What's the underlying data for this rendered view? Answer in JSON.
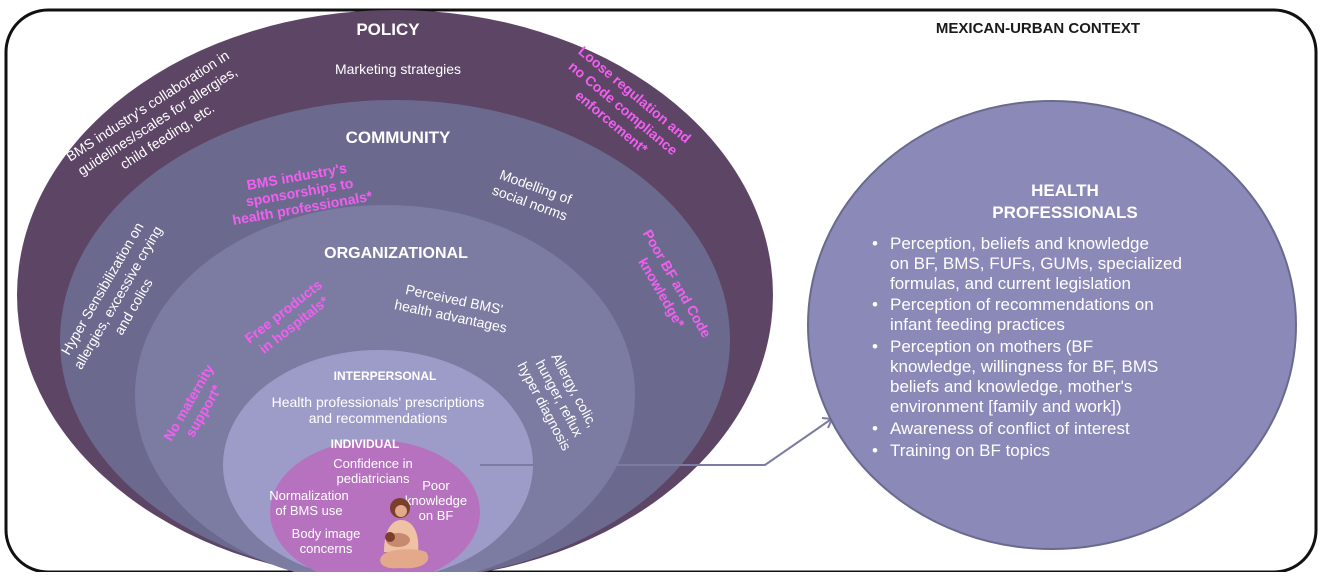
{
  "context_title": "MEXICAN-URBAN CONTEXT",
  "levels": {
    "policy": {
      "title": "POLICY",
      "marketing": "Marketing strategies",
      "bms_collab": [
        "BMS industry's collaboration in",
        "guidelines/scales for allergies,",
        "child feeding, etc."
      ],
      "loose_reg": [
        "Loose regulation and",
        "no Code compliance",
        "enforcement*"
      ]
    },
    "community": {
      "title": "COMMUNITY",
      "sponsorships": [
        "BMS industry's",
        "sponsorships to",
        "health professionals*"
      ],
      "modelling": [
        "Modelling of",
        "social norms"
      ],
      "hyper": [
        "Hyper Sensibilization on",
        "allergies, excessive crying",
        "and colics"
      ],
      "poor_bf": [
        "Poor BF and Code",
        "knowledge*"
      ]
    },
    "organizational": {
      "title": "ORGANIZATIONAL",
      "free_products": [
        "Free products",
        "in hospitals*"
      ],
      "perceived": [
        "Perceived BMS'",
        "health advantages"
      ],
      "no_maternity": [
        "No maternity",
        "support*"
      ],
      "allergy": [
        "Allergy, colic,",
        "hunger, reflux",
        "hyper diagnosis"
      ]
    },
    "interpersonal": {
      "title": "INTERPERSONAL",
      "prescriptions": [
        "Health professionals' prescriptions",
        "and recommendations"
      ]
    },
    "individual": {
      "title": "INDIVIDUAL",
      "confidence": [
        "Confidence in",
        "pediatricians"
      ],
      "normalization": [
        "Normalization",
        "of BMS use"
      ],
      "poor_knowledge": [
        "Poor",
        "knowledge",
        "on BF"
      ],
      "body_image": [
        "Body image",
        "concerns"
      ]
    }
  },
  "health_professionals": {
    "title": [
      "HEALTH",
      "PROFESSIONALS"
    ],
    "items": [
      [
        "Perception, beliefs and knowledge",
        "on BF, BMS, FUFs, GUMs, specialized",
        "formulas, and  current legislation"
      ],
      [
        "Perception of recommendations on",
        "infant feeding practices"
      ],
      [
        "Perception on mothers (BF",
        "knowledge, willingness for BF, BMS",
        "beliefs and knowledge, mother's",
        "environment [family and work])"
      ],
      [
        "Awareness of conflict of interest"
      ],
      [
        "Training on BF topics"
      ]
    ]
  },
  "colors": {
    "policy": "#5d4566",
    "community": "#6b6a8e",
    "organizational": "#7c7ca2",
    "interpersonal": "#9d9cc8",
    "individual": "#b772bf",
    "health_professionals": "#8a89b8",
    "highlight": "#f25ff0"
  }
}
